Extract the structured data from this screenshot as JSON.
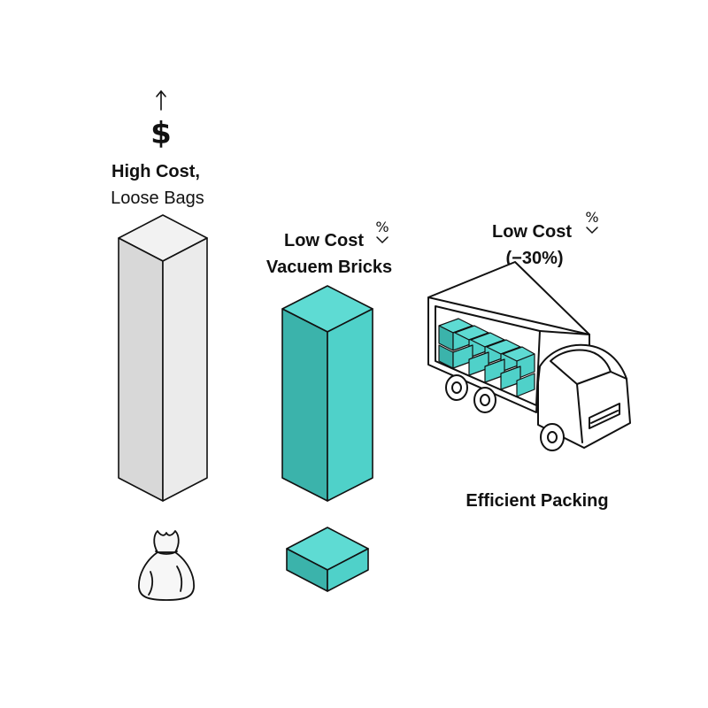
{
  "colors": {
    "teal_front": "#4fd1c9",
    "teal_side": "#3bb3ab",
    "teal_top": "#5edbd3",
    "gray_front": "#ebebeb",
    "gray_side": "#d8d8d8",
    "gray_top": "#f2f2f2",
    "outline": "#111111",
    "bag_fill": "#f7f7f7"
  },
  "col_high": {
    "title_bold": "High Cost,",
    "title_regular": "Loose Bags",
    "cost_symbol": "$",
    "arrow_icon": "arrow-up-icon",
    "bottom_icon": "sack-icon"
  },
  "col_vacuum": {
    "line1": "Low Cost",
    "line2": "Vacuem Bricks",
    "percent_symbol": "%",
    "down_icon": "chevron-down-icon",
    "bottom_icon": "brick-icon"
  },
  "col_truck": {
    "line1": "Low Cost",
    "line2": "(−30%)",
    "percent_symbol": "%",
    "down_icon": "chevron-down-icon",
    "vehicle_icon": "truck-icon",
    "caption": "Efficient Packing"
  }
}
